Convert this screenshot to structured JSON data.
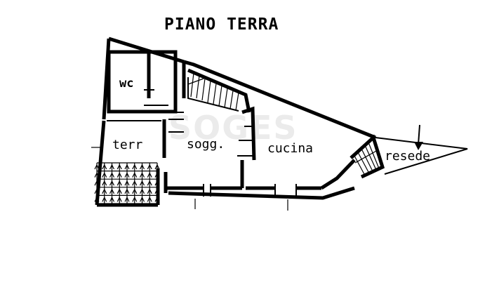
{
  "title": "PIANO TERRA",
  "rooms": {
    "wc": "wc",
    "terr": "terr",
    "sogg": "sogg.",
    "cucina": "cucina",
    "resede": "resede"
  },
  "watermark": "SOGES",
  "colors": {
    "ink": "#000000",
    "background": "#ffffff",
    "watermark": "#c8c8c8"
  },
  "icons": [
    "north-arrow-icon",
    "stair-icon"
  ]
}
